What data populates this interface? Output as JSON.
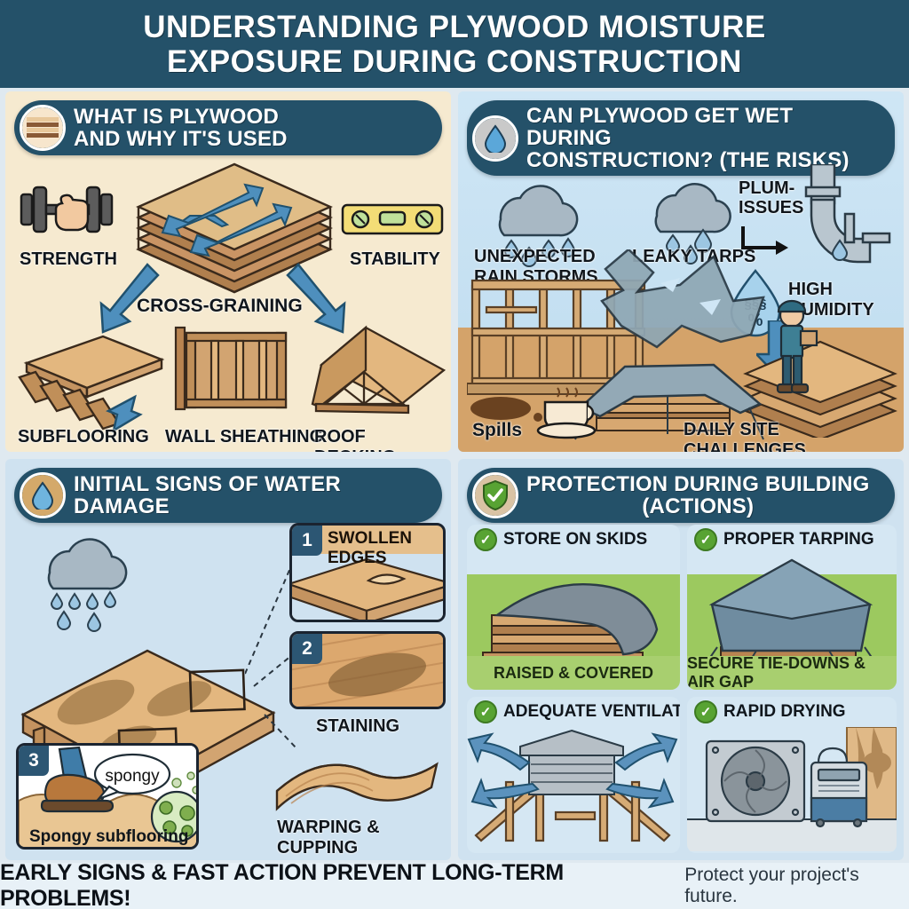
{
  "title": {
    "line1": "UNDERSTANDING PLYWOOD MOISTURE",
    "line2": "EXPOSURE DURING CONSTRUCTION"
  },
  "colors": {
    "header_navy": "#245169",
    "panel_cream": "#f6ead0",
    "panel_blue": "#cfe2f0",
    "ground_tan": "#d4a36a",
    "grass_green": "#9cc95f",
    "footer_strip": "#a8cf6f",
    "check_green": "#58a333",
    "arrow_blue": "#4e8fbd",
    "wood_light": "#e3b77f",
    "wood_dark": "#8a5a36"
  },
  "sections": {
    "what_is_plywood": {
      "icon": "plywood-stack-icon",
      "heading_line1": "WHAT IS PLYWOOD",
      "heading_line2": "AND WHY IT'S USED",
      "labels": {
        "strength": "STRENGTH",
        "stability": "STABILITY",
        "cross_graining": "CROSS-GRAINING",
        "subflooring": "SUBFLOORING",
        "wall_sheathing": "WALL SHEATHING",
        "roof_decking": "ROOF DECKING"
      }
    },
    "risks": {
      "icon": "water-drop-icon",
      "heading_line1": "CAN PLYWOOD GET WET DURING",
      "heading_line2": "CONSTRUCTION? (THE RISKS)",
      "labels": {
        "rain": "UNEXPECTED\nRAIN STORMS",
        "tarps": "LEAKY TARPS",
        "plumbing": "PLUM-\nISSUES",
        "humidity": "HIGH\nHUMIDITY",
        "spills": "Spills",
        "daily": "DAILY SITE CHALLENGES."
      },
      "drop_badge": "%"
    },
    "initial_signs": {
      "icon": "water-drop-icon",
      "heading": "INITIAL SIGNS OF WATER DAMAGE",
      "callouts": [
        {
          "number": "1",
          "title": "SWOLLEN EDGES"
        },
        {
          "number": "2",
          "title": "",
          "caption": "STAINING"
        },
        {
          "number": "3",
          "title": "",
          "bubble": "spongy",
          "caption": "Spongy subflooring"
        }
      ],
      "warping_caption": "WARPING & CUPPING",
      "staining_caption": "STAINING"
    },
    "protection": {
      "icon": "shield-check-icon",
      "heading_line1": "PROTECTION DURING BUILDING",
      "heading_line2": "(ACTIONS)",
      "cards": [
        {
          "title": "STORE ON SKIDS",
          "footer": "RAISED & COVERED"
        },
        {
          "title": "PROPER TARPING",
          "footer": "SECURE TIE-DOWNS & AIR GAP"
        },
        {
          "title": "ADEQUATE VENTILATION",
          "footer": ""
        },
        {
          "title": "RAPID DRYING",
          "footer": ""
        }
      ]
    }
  },
  "footer": {
    "bold": "EARLY SIGNS & FAST ACTION PREVENT LONG-TERM PROBLEMS!",
    "sub": "Protect your project's future."
  }
}
